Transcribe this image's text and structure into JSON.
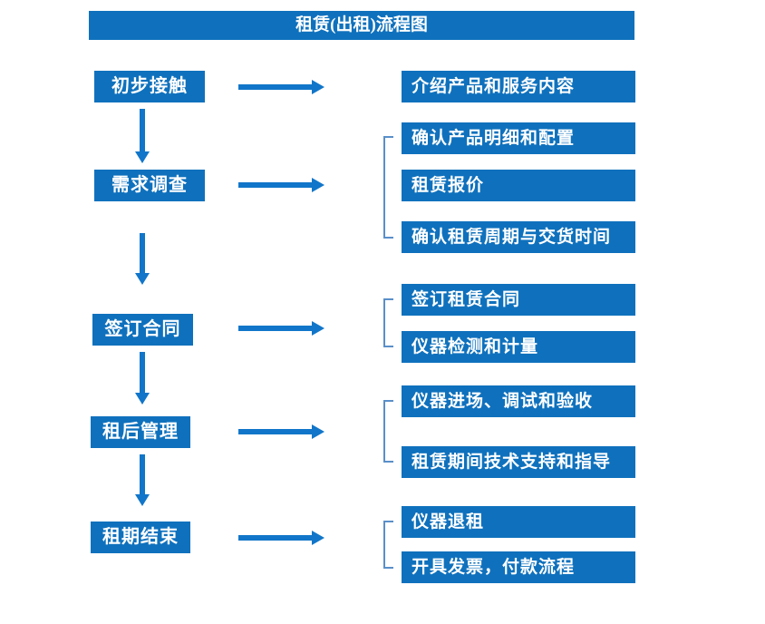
{
  "title": "租赁(出租)流程图",
  "colors": {
    "box_blue": "#0f71bd",
    "arrow_blue": "#1176c9",
    "bracket_blue": "#5a8fc9",
    "text_white": "#ffffff"
  },
  "flow": {
    "steps": [
      {
        "label": "初步接触",
        "details": [
          "介绍产品和服务内容"
        ]
      },
      {
        "label": "需求调查",
        "details": [
          "确认产品明细和配置",
          "租赁报价",
          "确认租赁周期与交货时间"
        ]
      },
      {
        "label": "签订合同",
        "details": [
          "签订租赁合同",
          "仪器检测和计量"
        ]
      },
      {
        "label": "租后管理",
        "details": [
          "仪器进场、调试和验收",
          "租赁期间技术支持和指导"
        ]
      },
      {
        "label": "租期结束",
        "details": [
          "仪器退租",
          "开具发票，付款流程"
        ]
      }
    ]
  }
}
